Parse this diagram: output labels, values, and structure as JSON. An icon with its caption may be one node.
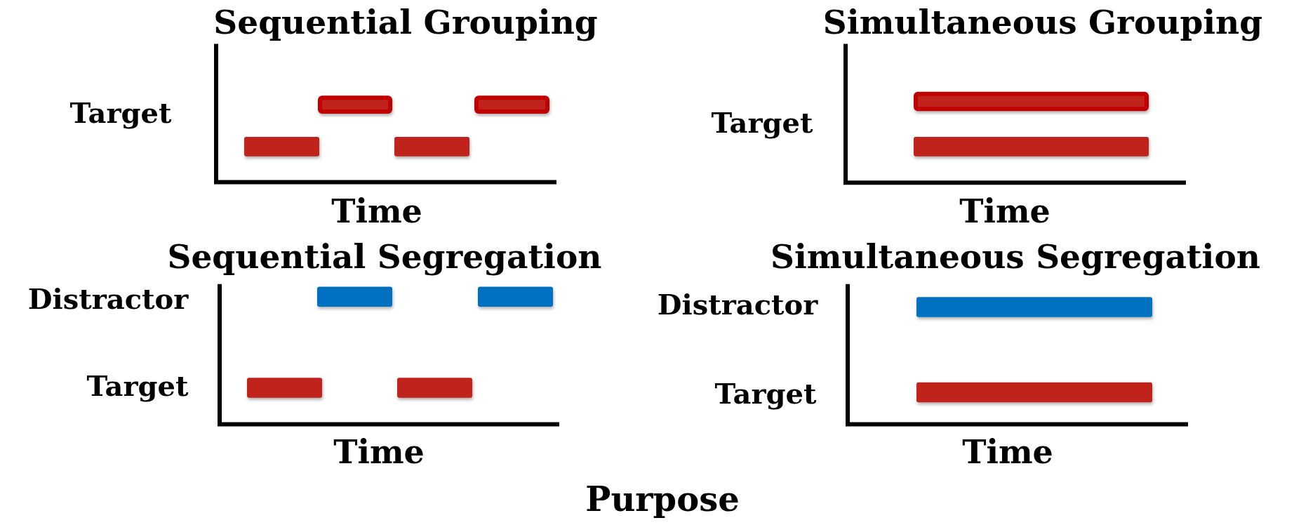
{
  "diagram": {
    "labels": [
      "Sequential Grouping",
      "Simultaneous Grouping",
      "Target",
      "Target",
      "Time",
      "Time",
      "Sequential Segregation",
      "Simultaneous Segregation",
      "Distractor",
      "Distractor",
      "Target",
      "Target",
      "Time",
      "Time",
      "Purpose"
    ]
  }
}
